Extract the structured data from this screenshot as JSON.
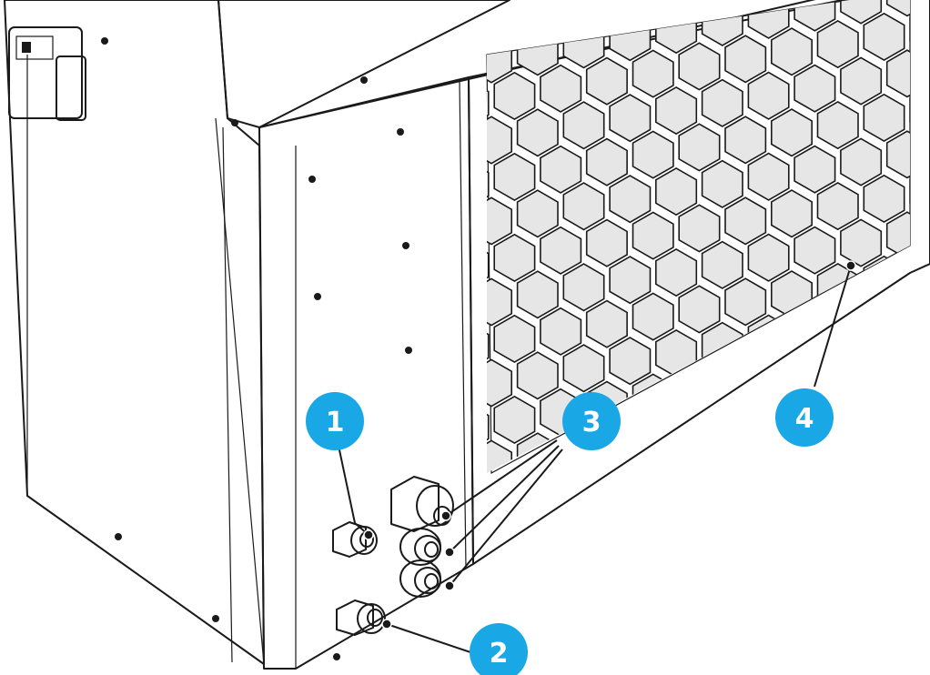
{
  "callouts": [
    {
      "id": "1",
      "label": "1",
      "color": "#19a7e6"
    },
    {
      "id": "2",
      "label": "2",
      "color": "#19a7e6"
    },
    {
      "id": "3",
      "label": "3",
      "color": "#19a7e6"
    },
    {
      "id": "4",
      "label": "4",
      "color": "#19a7e6"
    }
  ],
  "colors": {
    "panel": "#dedede",
    "panel_dark": "#cfcfcf",
    "grille": "#e6e6e6",
    "outline": "#1a1a1a",
    "callout": "#19a7e6"
  },
  "components": {
    "cable_gland_1": "gland-icon",
    "cable_gland_2": "gland-icon",
    "cable_glands_3": "gland-icon",
    "fan_grille_4": "hex-grille-icon",
    "side_mounted_box": "junction-box-icon"
  }
}
